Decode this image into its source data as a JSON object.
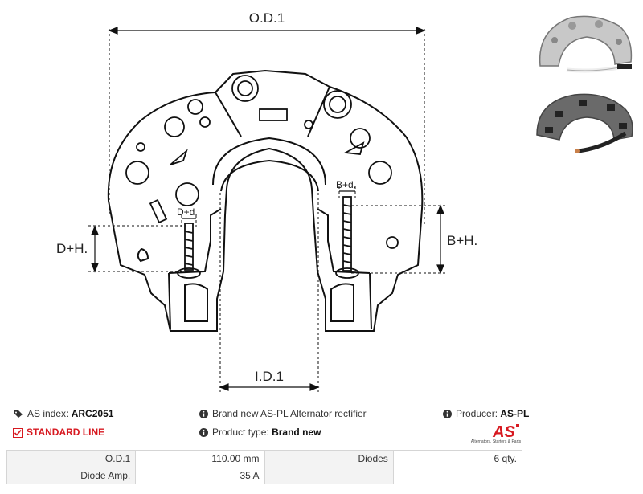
{
  "drawing": {
    "labels": {
      "od": "O.D.1",
      "id": "I.D.1",
      "dh": "D+H.",
      "bh": "B+H.",
      "dd": "D+d.",
      "bd": "B+d."
    }
  },
  "info": {
    "as_index_label": "AS index:",
    "as_index_value": "ARC2051",
    "standard_line": "STANDARD LINE",
    "description": "Brand new AS-PL Alternator rectifier",
    "product_type_label": "Product type:",
    "product_type_value": "Brand new",
    "producer_label": "Producer:",
    "producer_value": "AS-PL"
  },
  "logo": {
    "text": "AS",
    "tagline": "Alternators, Starters & Parts",
    "brand_color": "#d71920"
  },
  "spec": {
    "rows": [
      {
        "k1": "O.D.1",
        "v1": "110.00 mm",
        "k2": "Diodes",
        "v2": "6 qty."
      },
      {
        "k1": "Diode Amp.",
        "v1": "35 A",
        "k2": "",
        "v2": ""
      }
    ]
  }
}
